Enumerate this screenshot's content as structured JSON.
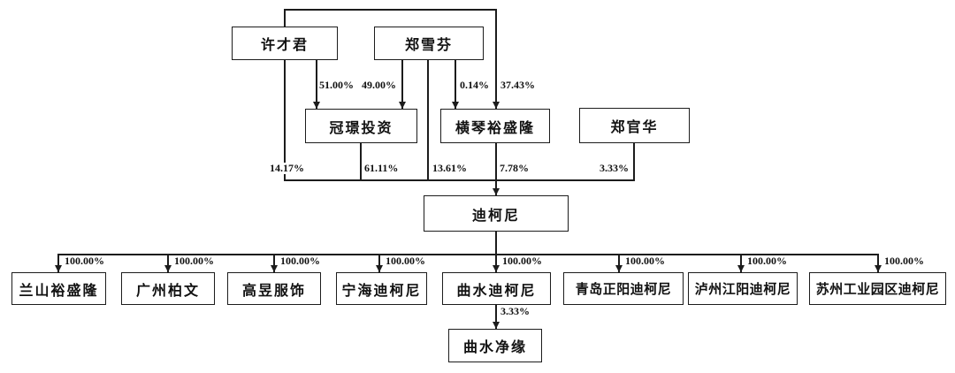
{
  "colors": {
    "background": "#ffffff",
    "line": "#1c1c1c",
    "box_border": "#1c1c1c",
    "box_fill": "#ffffff",
    "text": "#111111"
  },
  "nodes": {
    "xucaijun": "许才君",
    "zhengxuefen": "郑雪芬",
    "guanjing": "冠璟投资",
    "hengqin": "横琴裕盛隆",
    "zhengguanhua": "郑官华",
    "dikeni": "迪柯尼",
    "lanshan": "兰山裕盛隆",
    "guangzhoubowen": "广州柏文",
    "gaoyufushi": "高昱服饰",
    "ninghai": "宁海迪柯尼",
    "qushui": "曲水迪柯尼",
    "qingdao": "青岛正阳迪柯尼",
    "luzhou": "泸州江阳迪柯尼",
    "suzhou": "苏州工业园区迪柯尼",
    "qushuijingyuan": "曲水净缘"
  },
  "edges": {
    "xu_guanjing": "51.00%",
    "zheng_guanjing": "49.00%",
    "zheng_hengqin": "0.14%",
    "xu_hengqin": "37.43%",
    "xu_dikeni": "14.17%",
    "guanjing_dikeni": "61.11%",
    "zheng_dikeni": "13.61%",
    "hengqin_dikeni": "7.78%",
    "zhengguanhua_dikeni": "3.33%",
    "dikeni_subsidiaries": [
      "100.00%",
      "100.00%",
      "100.00%",
      "100.00%",
      "100.00%",
      "100.00%",
      "100.00%",
      "100.00%"
    ],
    "qushui_jingyuan": "3.33%"
  }
}
